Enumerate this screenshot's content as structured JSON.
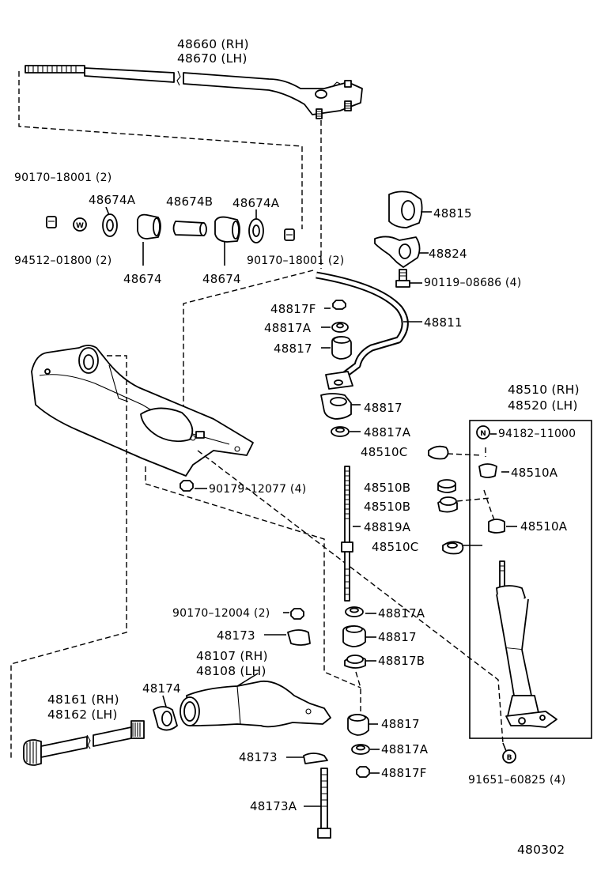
{
  "labels": {
    "p48660_rh": "48660 (RH)",
    "p48670_lh": "48670 (LH)",
    "p90170_18001_left": "90170–18001 (2)",
    "p48674A_left": "48674A",
    "p48674B": "48674B",
    "p48674A_right": "48674A",
    "p94512": "94512–01800 (2)",
    "p48674_left": "48674",
    "p48674_right": "48674",
    "p90170_18001_right": "90170–18001 (2)",
    "p48815": "48815",
    "p48824": "48824",
    "p90119": "90119–08686 (4)",
    "p48811": "48811",
    "p48817F_top": "48817F",
    "p48817A_top": "48817A",
    "p48817_top": "48817",
    "p48817_2": "48817",
    "p48817A_2": "48817A",
    "p48510_rh": "48510 (RH)",
    "p48520_lh": "48520 (LH)",
    "p94182": "94182–11000",
    "p48510C_top": "48510C",
    "p48510A_top": "48510A",
    "p48510B_top": "48510B",
    "p48510B_2": "48510B",
    "p48510A_2": "48510A",
    "p48819A": "48819A",
    "p48510C_2": "48510C",
    "p90179": "90179–12077 (4)",
    "p90170_12004": "90170–12004 (2)",
    "p48817A_mid": "48817A",
    "p48173_top": "48173",
    "p48817_mid": "48817",
    "p48107_rh": "48107 (RH)",
    "p48108_lh": "48108 (LH)",
    "p48817B": "48817B",
    "p48174": "48174",
    "p48161_rh": "48161 (RH)",
    "p48162_lh": "48162 (LH)",
    "p48817_low": "48817",
    "p48817A_low": "48817A",
    "p48173_low": "48173",
    "p48817F_low": "48817F",
    "p91651": "91651–60825 (4)",
    "p48173A": "48173A",
    "diagram_code": "480302"
  },
  "markers": {
    "washer": "W",
    "new_part": "N",
    "bolt": "B"
  }
}
